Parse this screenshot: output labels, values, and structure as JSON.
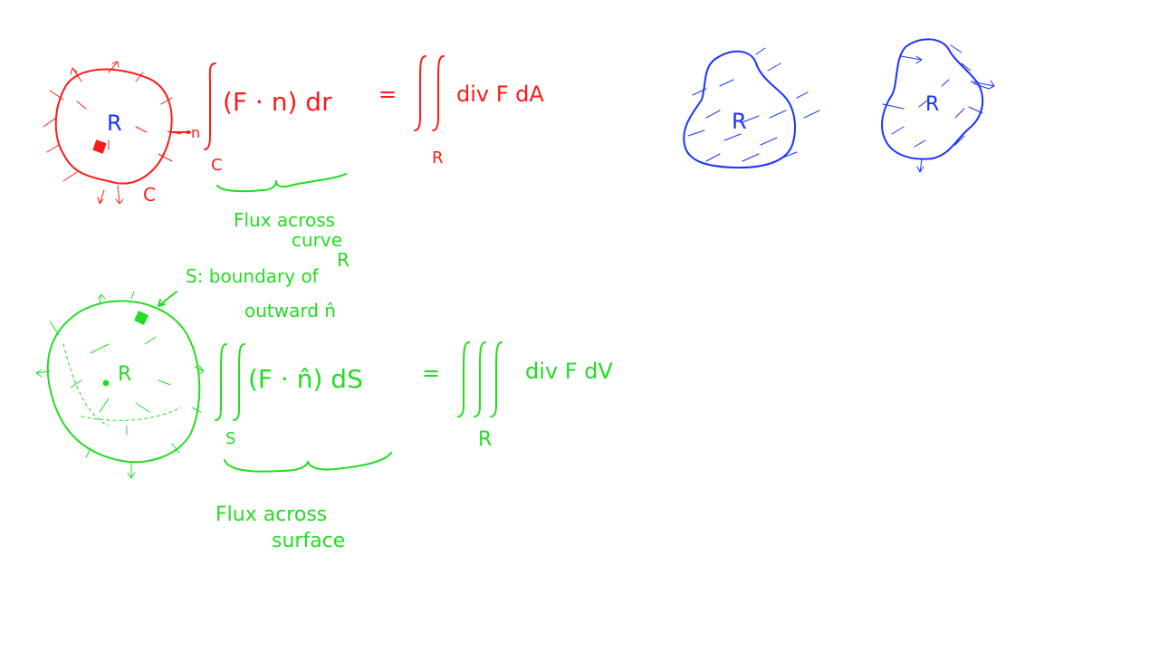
{
  "colors": {
    "red": "#ff1a1a",
    "green": "#22dd22",
    "blue": "#1a33ff",
    "background": "#ffffff"
  },
  "green_theorem": {
    "region_label": "R",
    "curve_label": "C",
    "normal_label": "n",
    "lhs_integrand": "(F · n) dr",
    "lhs_bound": "C",
    "equals": "=",
    "rhs_integrand": "div F dA",
    "rhs_bound": "R",
    "brace_caption_line1": "Flux across",
    "brace_caption_line2": "curve"
  },
  "divergence_theorem": {
    "note_line1": "S: boundary of R",
    "note_line2": "outward n̂",
    "region_label": "R",
    "lhs_integrand": "(F · n̂) dS",
    "lhs_bound": "S",
    "equals": "=",
    "rhs_integrand": "div F dV",
    "rhs_bound": "R",
    "brace_caption_line1": "Flux across",
    "brace_caption_line2": "surface"
  },
  "blue_examples": {
    "left_region_label": "R",
    "right_region_label": "R"
  }
}
